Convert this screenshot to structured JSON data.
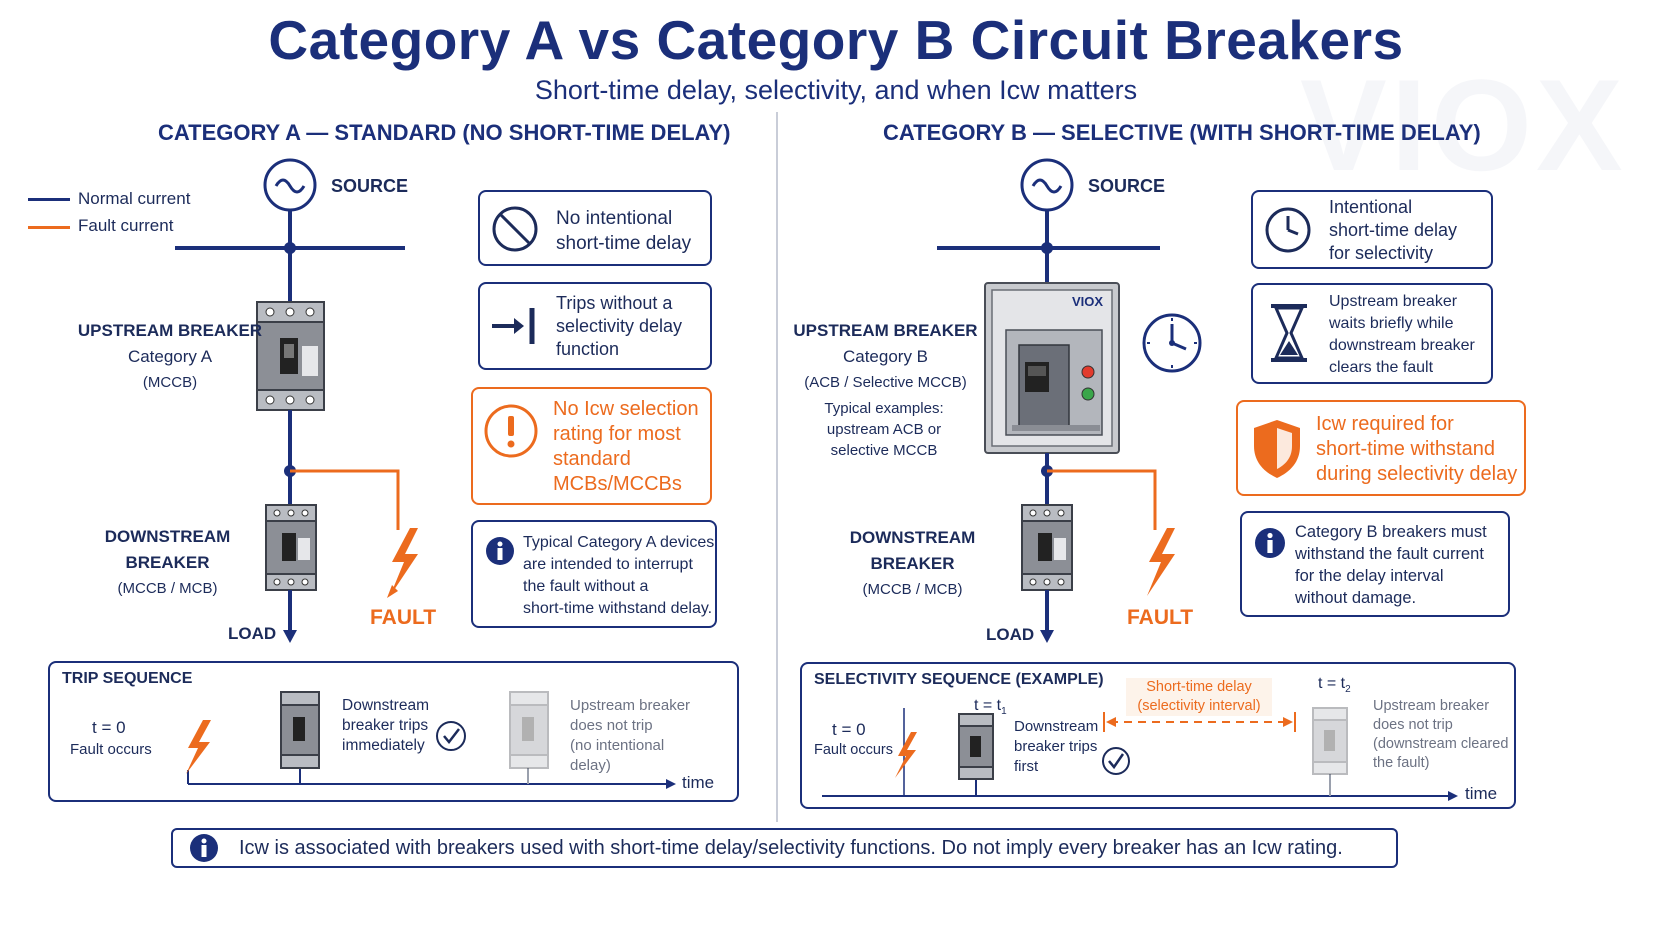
{
  "header": {
    "title": "Category A vs Category B Circuit Breakers",
    "subtitle": "Short-time delay, selectivity, and when Icw matters",
    "watermark": "VIOX"
  },
  "legend": {
    "normal": "Normal current",
    "fault": "Fault current",
    "normal_color": "#1b2f7a",
    "fault_color": "#ec6b1e"
  },
  "catA": {
    "title": "CATEGORY A — STANDARD (NO SHORT-TIME DELAY)",
    "source": "SOURCE",
    "upstream": {
      "line1": "UPSTREAM BREAKER",
      "line2": "Category A",
      "line3": "(MCCB)"
    },
    "downstream": {
      "line1": "DOWNSTREAM BREAKER",
      "line2": "(MCCB / MCB)"
    },
    "load": "LOAD",
    "fault": "FAULT",
    "boxes": {
      "b1": [
        "No intentional",
        "short-time delay"
      ],
      "b2": [
        "Trips without a",
        "selectivity delay",
        "function"
      ],
      "b3": [
        "No Icw selection",
        "rating for most",
        "standard",
        "MCBs/MCCBs"
      ],
      "b4": [
        "Typical Category A devices",
        "are intended to interrupt",
        "the fault without a",
        "short-time withstand delay."
      ]
    },
    "sequence": {
      "title": "TRIP SEQUENCE",
      "t0": "t = 0",
      "fault_occurs": "Fault occurs",
      "down": [
        "Downstream",
        "breaker trips",
        "immediately"
      ],
      "up": [
        "Upstream breaker",
        "does not trip",
        "(no intentional",
        "delay)"
      ],
      "time": "time"
    }
  },
  "catB": {
    "title": "CATEGORY B — SELECTIVE (WITH SHORT-TIME DELAY)",
    "source": "SOURCE",
    "brand": "VIOX",
    "upstream": {
      "line1": "UPSTREAM BREAKER",
      "line2": "Category B",
      "line3": "(ACB / Selective MCCB)"
    },
    "examples": [
      "Typical examples:",
      "upstream ACB or",
      "selective MCCB"
    ],
    "downstream": {
      "line1": "DOWNSTREAM BREAKER",
      "line2": "(MCCB / MCB)"
    },
    "load": "LOAD",
    "fault": "FAULT",
    "boxes": {
      "b1": [
        "Intentional",
        "short-time delay",
        "for selectivity"
      ],
      "b2": [
        "Upstream breaker",
        "waits briefly while",
        "downstream breaker",
        "clears the fault"
      ],
      "b3": [
        "Icw required for",
        "short-time withstand",
        "during selectivity delay"
      ],
      "b4": [
        "Category B breakers must",
        "withstand the fault current",
        "for the delay interval",
        "without damage."
      ]
    },
    "sequence": {
      "title": "SELECTIVITY SEQUENCE (EXAMPLE)",
      "t0": "t = 0",
      "fault_occurs": "Fault occurs",
      "t1": "t = t",
      "t1_sub": "1",
      "t2": "t = t",
      "t2_sub": "2",
      "down": [
        "Downstream",
        "breaker trips",
        "first"
      ],
      "delay": [
        "Short-time delay",
        "(selectivity interval)"
      ],
      "up": [
        "Upstream breaker",
        "does not trip",
        "(downstream cleared",
        "the fault)"
      ],
      "time": "time"
    }
  },
  "footer": {
    "note": "Icw is associated with breakers used with short-time delay/selectivity functions. Do not imply every breaker has an Icw rating."
  }
}
